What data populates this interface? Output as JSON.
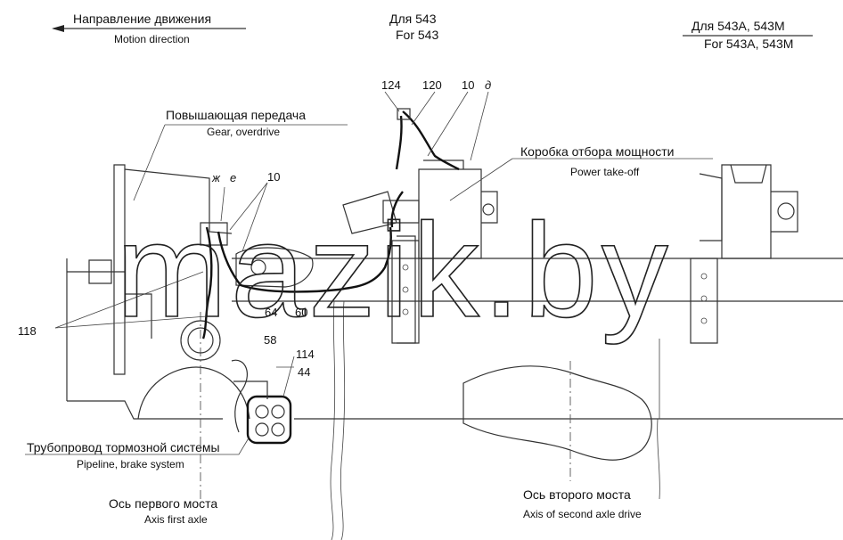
{
  "header": {
    "direction_ru": "Направление движения",
    "direction_en": "Motion direction",
    "for_543_ru": "Для 543",
    "for_543_en": "For  543",
    "for_543am_ru": "Для 543А, 543М",
    "for_543am_en": "For 543А, 543М"
  },
  "labels": {
    "overdrive_ru": "Повышающая передача",
    "overdrive_en": "Gear, overdrive",
    "pto_ru": "Коробка отбора мощности",
    "pto_en": "Power take-off",
    "brake_ru": "Трубопровод тормозной системы",
    "brake_en": "Pipeline, brake system",
    "axle1_ru": "Ось первого моста",
    "axle1_en": "Axis first axle",
    "axle2_ru": "Ось второго моста",
    "axle2_en": "Axis of second axle drive"
  },
  "callouts": {
    "n124": "124",
    "n120": "120",
    "n10_top": "10",
    "d": "д",
    "zh": "ж",
    "e": "е",
    "n10_left": "10",
    "n118": "118",
    "n64": "64",
    "n60": "60",
    "n58": "58",
    "n114": "114",
    "n44": "44"
  },
  "watermark": "mazik.by"
}
